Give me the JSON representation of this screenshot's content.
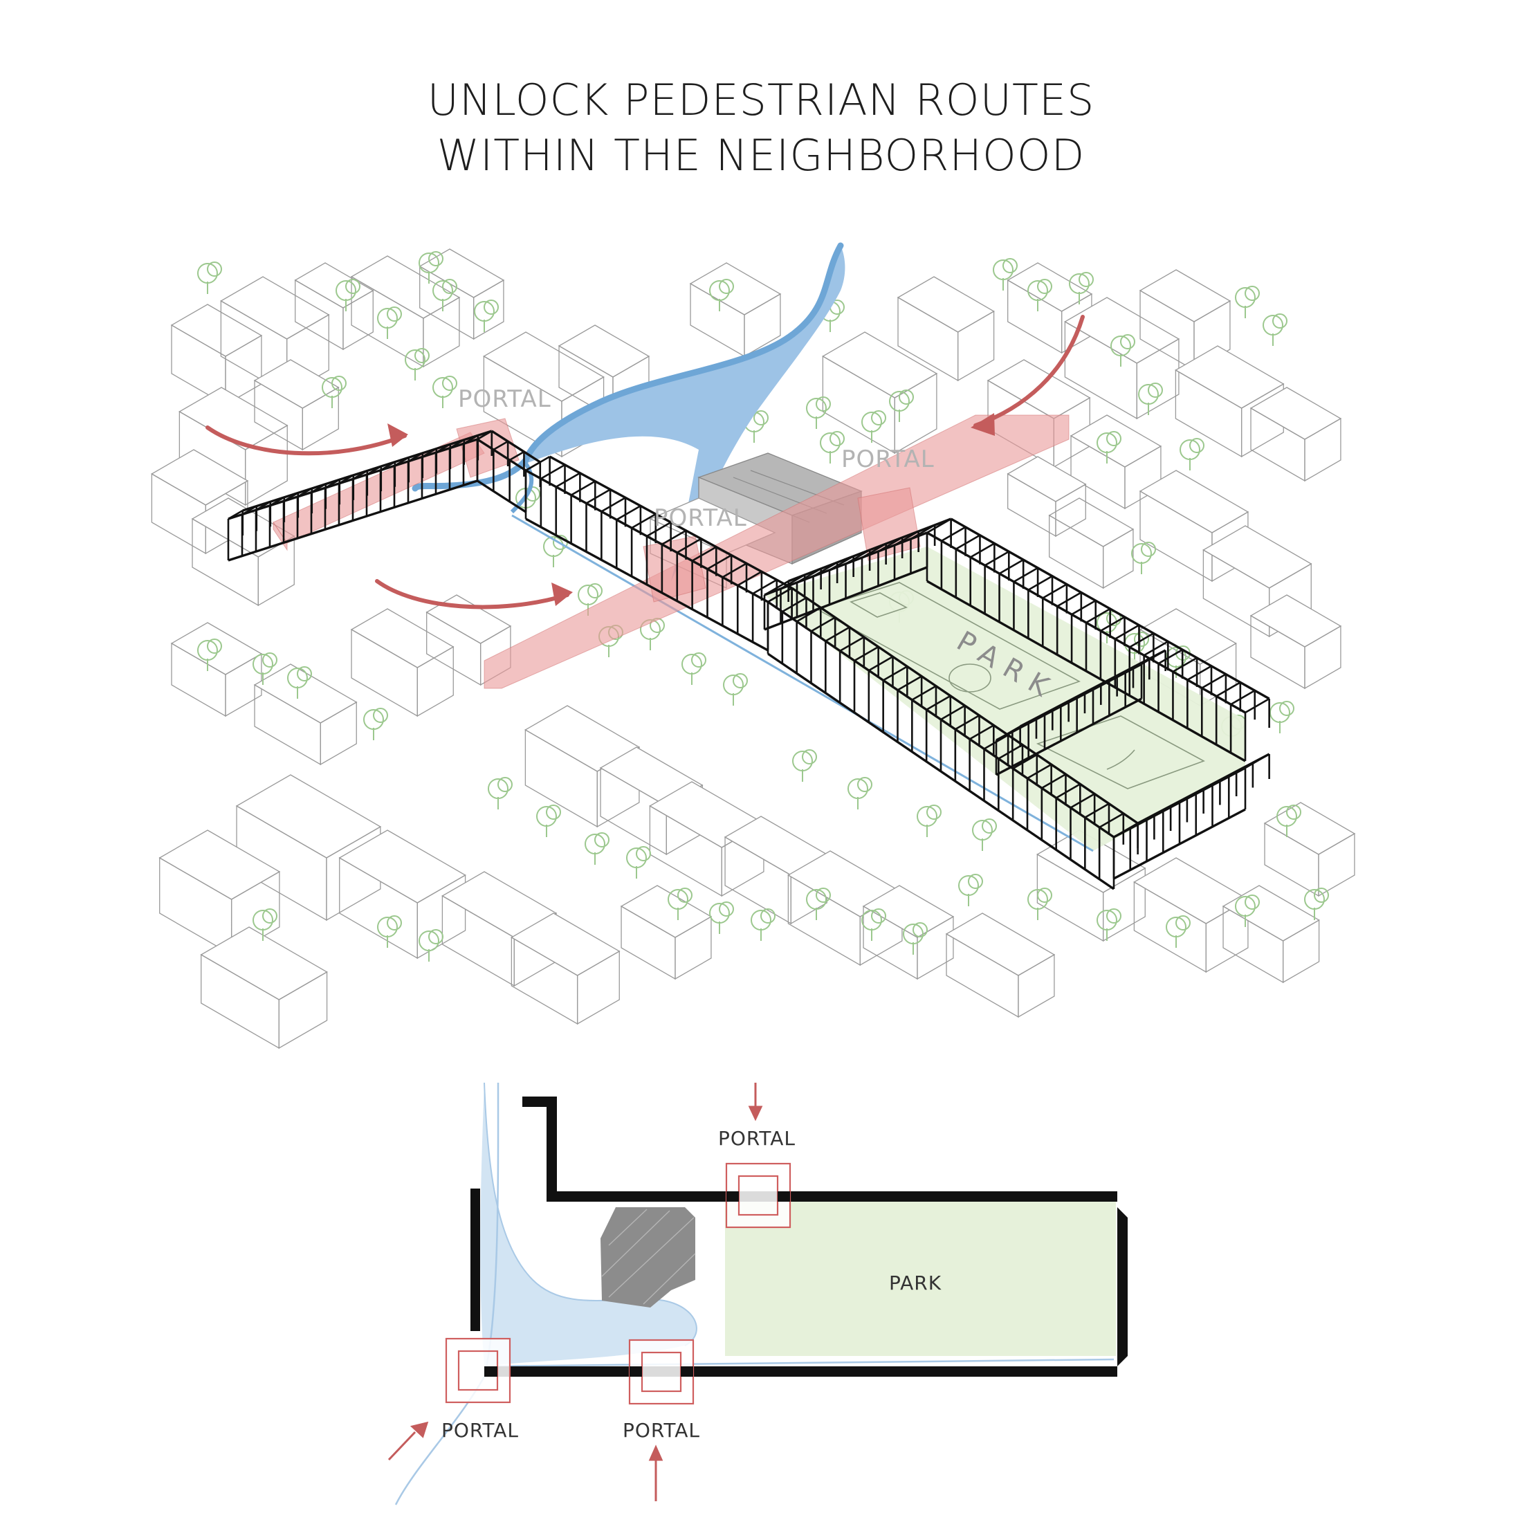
{
  "title": {
    "line1": "UNLOCK PEDESTRIAN ROUTES",
    "line2": "WITHIN THE NEIGHBORHOOD"
  },
  "axonometric": {
    "labels": {
      "portal_north_west": "PORTAL",
      "portal_north_east": "PORTAL",
      "portal_center": "PORTAL",
      "park": "PARK"
    },
    "colors": {
      "arrow": "#c45c5c",
      "portal_highlight": "#e99a9a",
      "water": "#7fb2dc",
      "park_ground": "#e6f1da",
      "existing_building": "#a6a6a6",
      "trees": "#9cc88e",
      "frame": "#111111"
    }
  },
  "plan": {
    "labels": {
      "portal_top": "PORTAL",
      "portal_bottom_left": "PORTAL",
      "portal_bottom_center": "PORTAL",
      "park": "PARK"
    }
  }
}
